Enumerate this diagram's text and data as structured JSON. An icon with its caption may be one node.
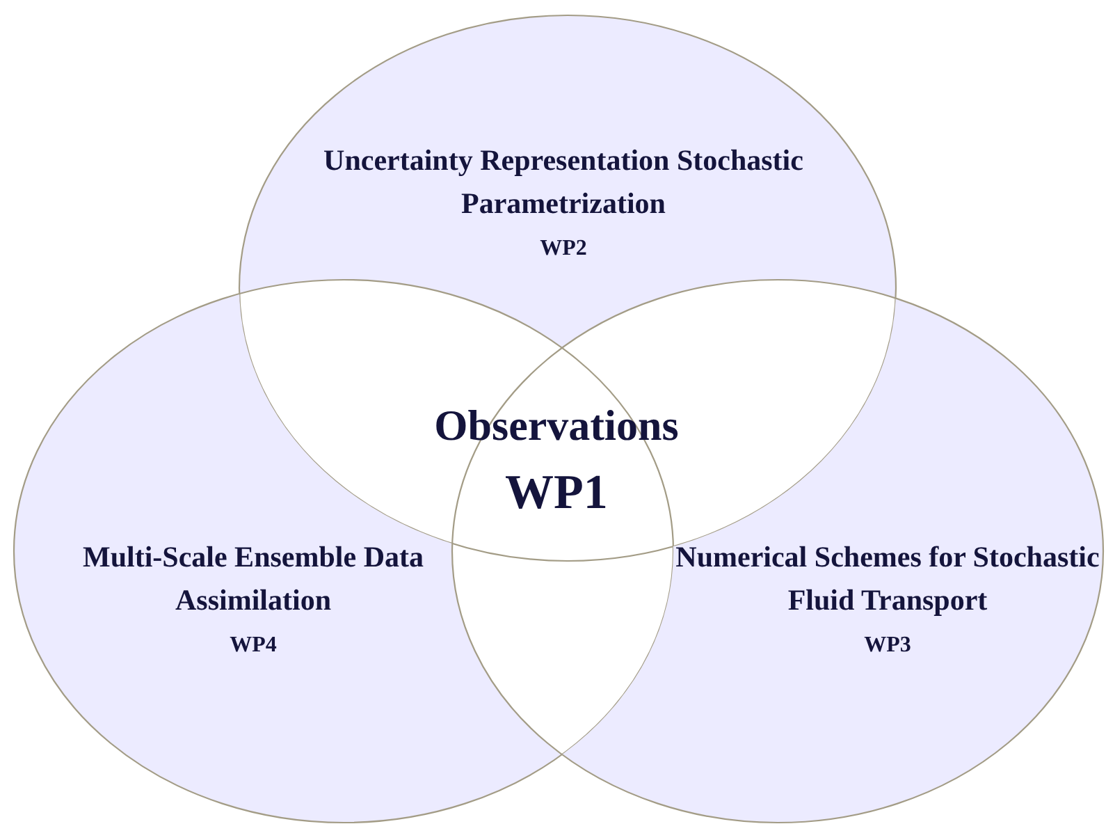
{
  "diagram": {
    "nodes": [
      {
        "text": [
          "Uncertainty Representation Stochastic Parametrization",
          "WP2"
        ]
      },
      {
        "text": [
          "Multi-Scale Ensemble Data Assimilation",
          "WP4"
        ]
      },
      {
        "text": [
          "Numerical Schemes for Stochastic Fluid Transport",
          "WP3"
        ]
      }
    ],
    "labels": [
      "Observations",
      "WP1"
    ]
  }
}
